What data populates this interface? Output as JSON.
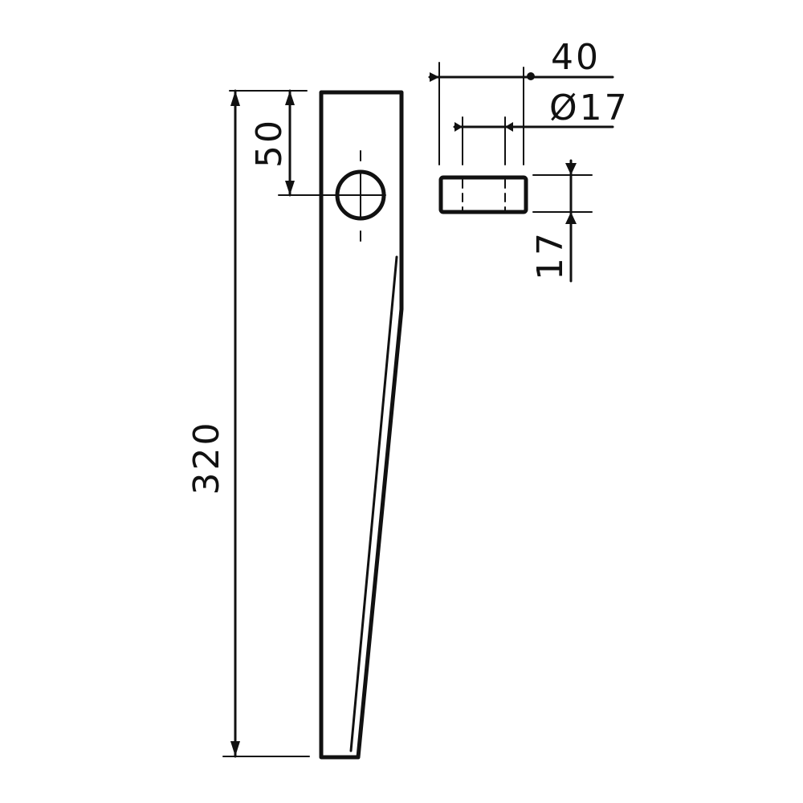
{
  "drawing": {
    "dimensions": {
      "length": "320",
      "hole_offset": "50",
      "width": "40",
      "hole_diameter": "Ø17",
      "thickness": "17"
    }
  }
}
